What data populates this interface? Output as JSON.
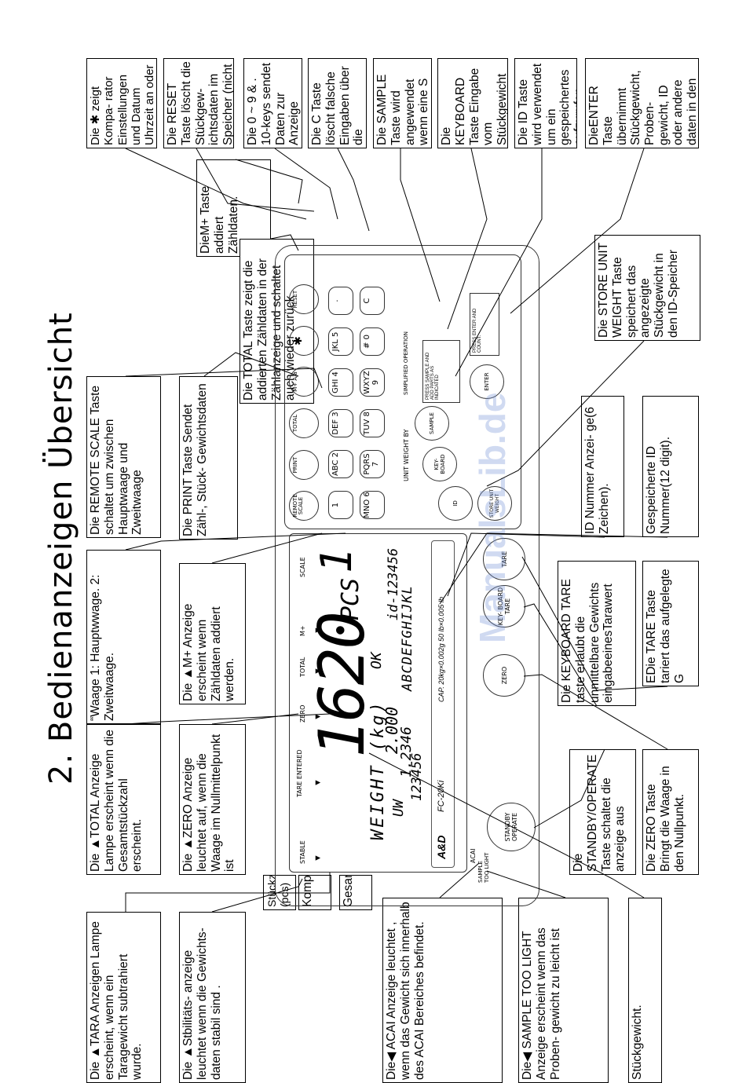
{
  "title": "2. Bedienanzeigen Übersicht",
  "watermark": "ManualsLib.de",
  "callouts": {
    "tara": "Die ▲TARA Anzeigen Lampe erscheint, wenn ein Taragewicht subtrahiert wurde.",
    "total_lamp": "Die ▲TOTAL Anzeige Lampe erscheint wenn die Gesamtstückzahl erscheint.",
    "waage": "“Waage 1: Hauptwwage. 2: Zweitwaage.",
    "remote_scale": "Die REMOTE SCALE Taste schaltet um zwischen Hauptwaage und Zweitwaage",
    "print": "Die PRINT Taste Sendet Zähl-, Stück- Gewichtsdaten",
    "total_key": "Die TOTAL Taste zeigt die addierten Zähldaten in der Zählanzeige und schaltet auch wieder zurück",
    "mplus_key": "DieM+ Taste addiert Zähldaten.",
    "star": "Die ✱ zeigt Kompa- rator Einstellungen und Datum Uhrzeit an oder arbeitet als M-",
    "reset": "Die RESET Taste löscht die Stückgew- ichtsdaten im Speicher (nicht im ID)",
    "keys": "Die 0 ~ 9 & . 10-keys sendet Daten zur Anzeige",
    "c_key": "Die C Taste löscht falsche Eingaben über die Zehnertastatur",
    "sample": "Die SAMPLE Taste wird angewendet wenn eine S",
    "keyboard": "Die KEYBOARD Taste Eingabe vom Stückgewicht über Zehnertastatur",
    "id_key": "Die ID Taste wird verwendet um ein gespeichertes aufzurufen",
    "enter": "DieENTER Taste übernimmt Stückgewicht, Proben- gewicht, ID oder andere daten in den Speicher",
    "stability": "Die ▲Stbilitäts- anzeige leuchtet wenn die Gewichts- daten stabil sind .",
    "zero_lamp": "Die ▲ZERO Anzeige leuchtet auf, wenn die Waage im Nullmittelpunkt ist",
    "mplus_lamp": "Die ▲M+ Anzeige erscheint wenn Zähldaten addiert werden.",
    "pcs": "Stückzahl (pcs) .",
    "comparator": "Komparatoranzeige",
    "gross": "Gesamtgewicht",
    "acai": "Die◀ ACAI Anzeige leuchtet , wenn das Gewicht sich innerhalb des ACAI Bereiches befindet.",
    "sample_light": "Die◀ SAMPLE TOO LIGHT Anzeige erscheint wenn das Proben- gewicht zu leicht ist",
    "unit_weight": "Stückgewicht.",
    "standby": "Die STANDBY/OPERATE Taste schaltet die anzeige aus",
    "zero_key": "Die ZERO Taste Bringt die Waage in den Nullpunkt.",
    "kb_tare": "Die KEYBOARD TARE taste erlaubt die unmittelbare Gewichts eingabeeinesTarawert",
    "tare_key": "EDie TARE Taste tariert das aufgelegte G",
    "id_number": "ID Nummer Anzei- ge(6 Zeichen).",
    "stored_id": "Gespeicherte ID Nummer(12 digit).",
    "store_unit": "Die STORE UNIT WEIGHT Taste speichert das angezeigte Stückgewicht in den ID-Speicher"
  },
  "display": {
    "labels": [
      "STABLE",
      "TARE ENTERED",
      "ZERO",
      "TOTAL",
      "M+",
      "SCALE"
    ],
    "count": "1620",
    "pcs": "PCS",
    "scale_no": "1",
    "ok": "OK",
    "weight_label": "WEIGHT (kg)",
    "weight_value": "2.000",
    "uw_label": "UW",
    "uw_value": "1.2346",
    "gross_value": "123456",
    "id_value": "id-123456",
    "alpha": "ABCDEFGHIJKL",
    "brand": "A&D",
    "model": "FC-20Ki",
    "cap": "CAP. 20kg×0.002g 50 lb×0.005 lb",
    "acai": "ACAI",
    "sample_too_light": "SAMPLE TOO LIGHT"
  },
  "device_buttons": {
    "standby": "STANDBY OPERATE",
    "zero": "ZERO",
    "kb_tare": "KEY- BOARD TARE",
    "tare": "TARE"
  },
  "keyboard": {
    "remote": "REMOTE SCALE",
    "print": "PRINT",
    "total": "TOTAL",
    "mplus": "M+ A/a",
    "star": "✱",
    "reset": "RESET",
    "row1": [
      "1",
      "ABC 2",
      "DEF 3",
      "GHI 4",
      "JKL 5",
      ""
    ],
    "row2": [
      "MNO 6",
      "PQRS 7",
      "TUV 8",
      "WXYZ 9",
      "# 0",
      "C"
    ],
    "unit_weight_by": "UNIT WEIGHT BY",
    "simplified": "SIMPLIFIED OPERATION",
    "id": "ID",
    "keyboard_btn": "KEY- BOARD",
    "sample_btn": "SAMPLE",
    "store_btn": "STORE UNIT WEIGHT",
    "enter_btn": "ENTER",
    "simple1": "PRESS SAMPLE AND ADD PARTS AS INDICATED",
    "simple2": "PRESS ENTER AND COUNT."
  }
}
